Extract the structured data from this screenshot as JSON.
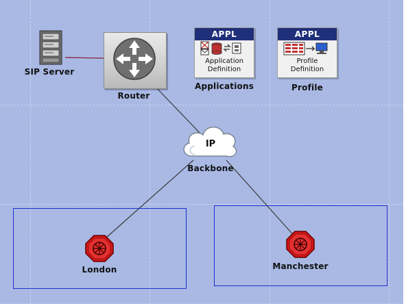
{
  "nodes": {
    "sip_server": {
      "label": "SIP Server"
    },
    "router": {
      "label": "Router"
    },
    "applications": {
      "header": "APPL",
      "caption_line1": "Application",
      "caption_line2": "Definition",
      "label": "Applications"
    },
    "profile": {
      "header": "APPL",
      "caption_line1": "Profile",
      "caption_line2": "Definition",
      "label": "Profile"
    },
    "backbone": {
      "cloud_text": "IP",
      "label": "Backbone"
    },
    "london": {
      "label": "London"
    },
    "manchester": {
      "label": "Manchester"
    }
  },
  "colors": {
    "canvas_bg": "#a9b9e4",
    "grid": "#c9d3ef",
    "region_border": "#1d2fd0",
    "link": "#3a3a3a",
    "sip_link": "#8a1a2a",
    "site_icon": "#cc1010",
    "appl_header": "#1f2f7a"
  },
  "icons": {
    "sip_server": "server-icon",
    "router": "router-icon",
    "backbone": "cloud-icon",
    "london": "site-router-icon",
    "manchester": "site-router-icon"
  }
}
